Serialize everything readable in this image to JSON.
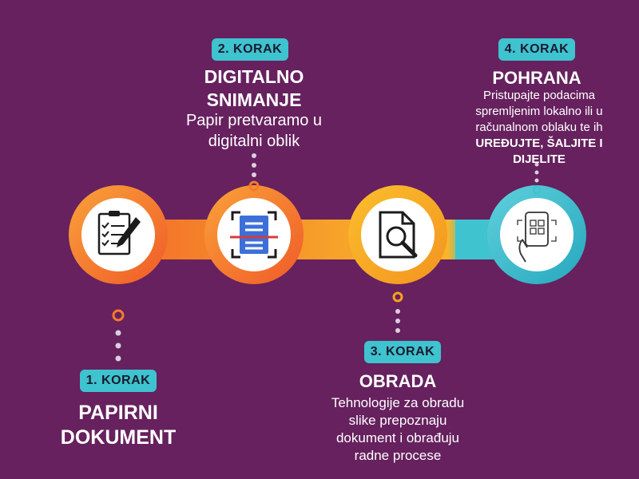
{
  "steps": [
    {
      "badge": "1. KORAK",
      "title_line1": "PAPIRNI",
      "title_line2": "DOKUMENT",
      "icon": "checklist-pen-icon",
      "color": "#f47b2a"
    },
    {
      "badge": "2. KORAK",
      "title_line1": "DIGITALNO",
      "title_line2": "SNIMANJE",
      "desc_line1": "Papir pretvaramo u",
      "desc_line2": "digitalni oblik",
      "icon": "document-scan-icon",
      "color": "#f47b2a"
    },
    {
      "badge": "3. KORAK",
      "title_line1": "OBRADA",
      "desc_line1": "Tehnologije za obradu",
      "desc_line2": "slike prepoznaju",
      "desc_line3": "dokument i obrađuju",
      "desc_line4": "radne procese",
      "icon": "document-search-icon",
      "color": "#f6a21c"
    },
    {
      "badge": "4. KORAK",
      "title_line1": "POHRANA",
      "desc_line1": "Pristupajte podacima",
      "desc_line2": "spremljenim lokalno ili u",
      "desc_line3": "računalnom oblaku te ih",
      "desc_bold1": "UREĐUJTE, ŠALJITE I",
      "desc_bold2": "DIJELITE",
      "icon": "phone-qr-hand-icon",
      "color": "#3ec3cf"
    }
  ],
  "colors": {
    "background": "#66215e",
    "badge": "#3ec3cf",
    "orange": "#f47b2a",
    "amber": "#f6a21c",
    "teal": "#3ec3cf"
  }
}
